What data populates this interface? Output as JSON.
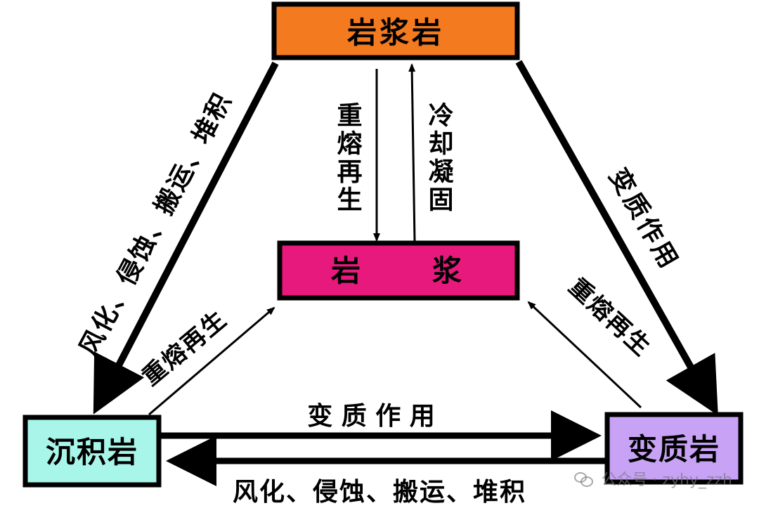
{
  "colors": {
    "igneous": "#f47a1f",
    "magma": "#e8197d",
    "sedimentary": "#a8f5ea",
    "metamorphic": "#c7a2f5",
    "stroke": "#000000"
  },
  "nodes": {
    "igneous": "岩浆岩",
    "magma": "岩　　浆",
    "sedimentary": "沉积岩",
    "metamorphic": "变质岩"
  },
  "labels": {
    "left_side": "风化、侵蚀、搬运、堆积",
    "right_side": "变质作用",
    "remelt_center": "重熔再生",
    "cool_center": "冷却凝固",
    "remelt_left": "重熔再生",
    "remelt_right": "重熔再生",
    "bottom_top": "变 质 作 用",
    "bottom_bottom": "风化、侵蚀、搬运、堆积"
  },
  "watermark": {
    "icon": "wechat-icon",
    "text": "公众号 · zyhy_zzh"
  }
}
